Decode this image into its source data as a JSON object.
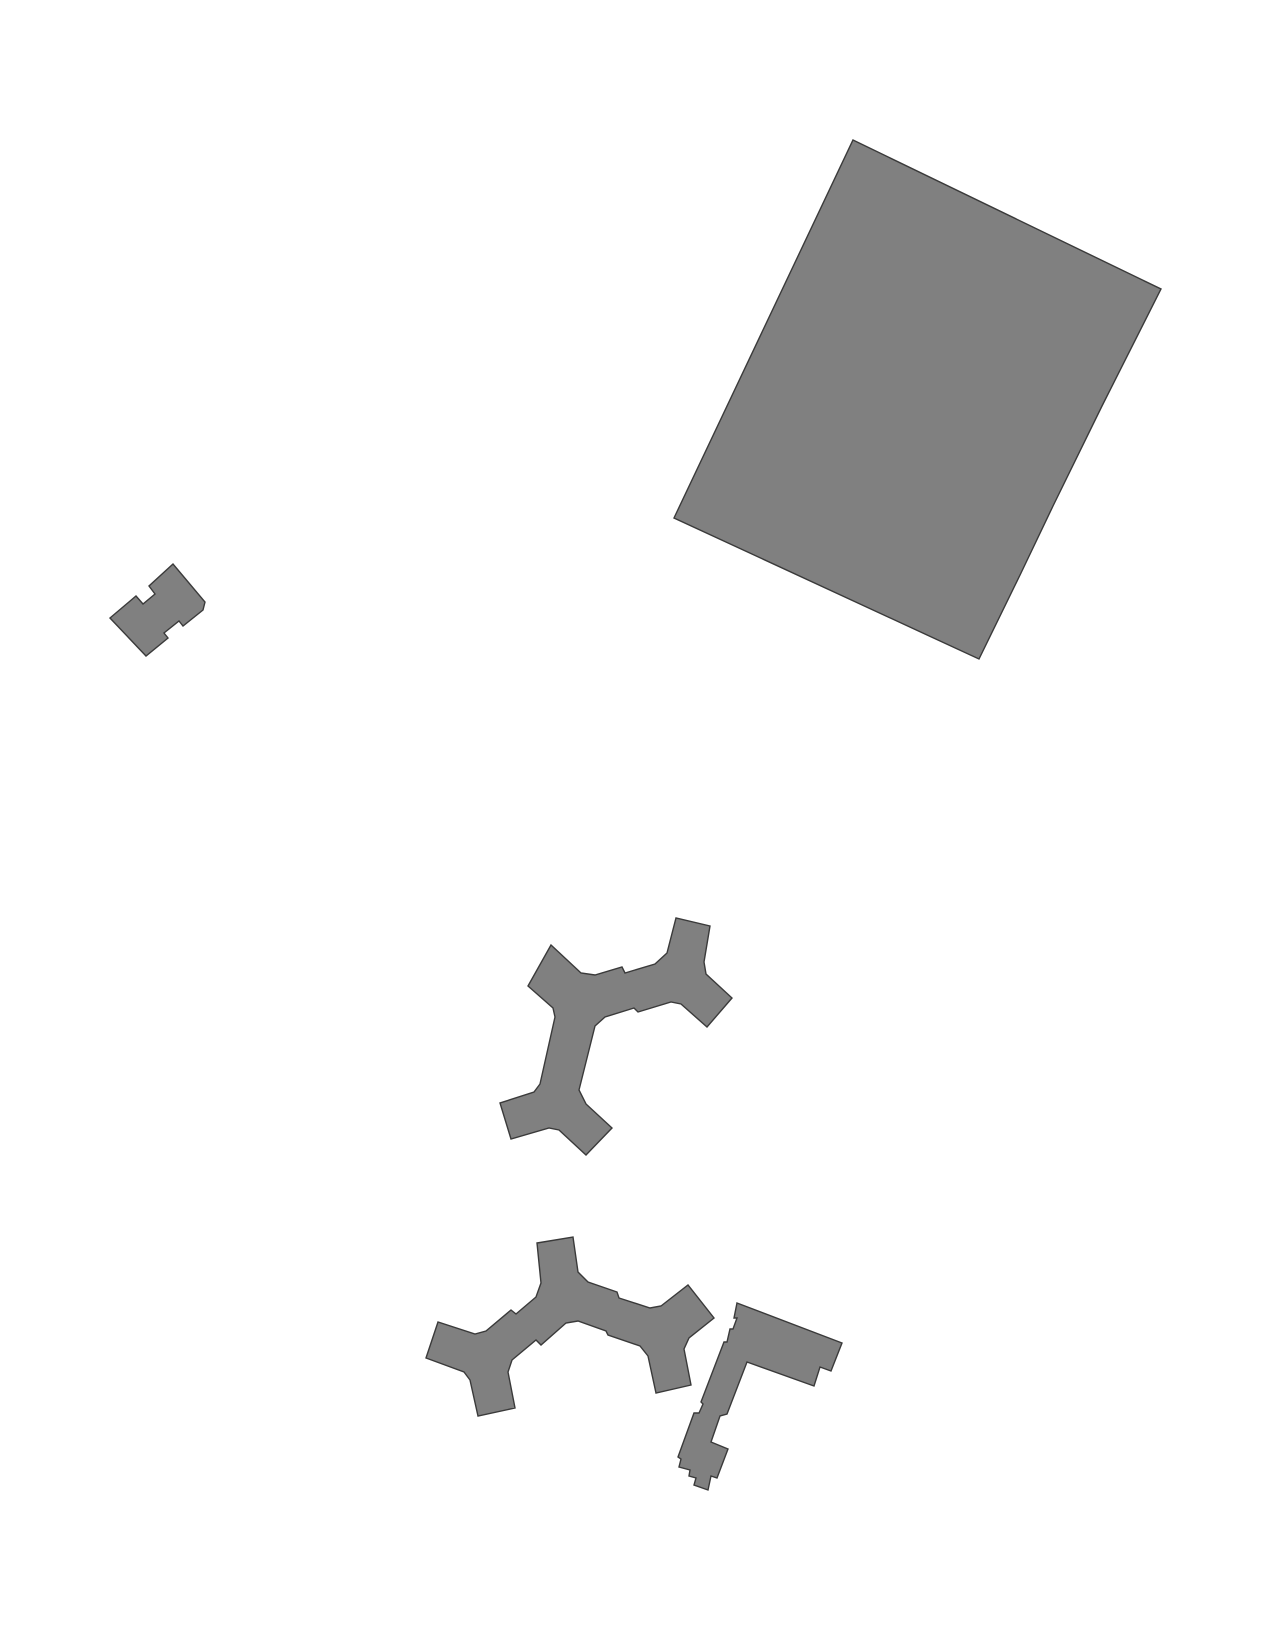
{
  "map": {
    "background": "#ffffff",
    "fill": "#808080",
    "stroke": "#3a3a3a",
    "buildings": [
      {
        "id": "large-rectangular-building"
      },
      {
        "id": "small-h-shaped-building"
      },
      {
        "id": "y-shaped-building-upper"
      },
      {
        "id": "y-shaped-building-lower"
      },
      {
        "id": "l-shaped-building"
      }
    ]
  }
}
